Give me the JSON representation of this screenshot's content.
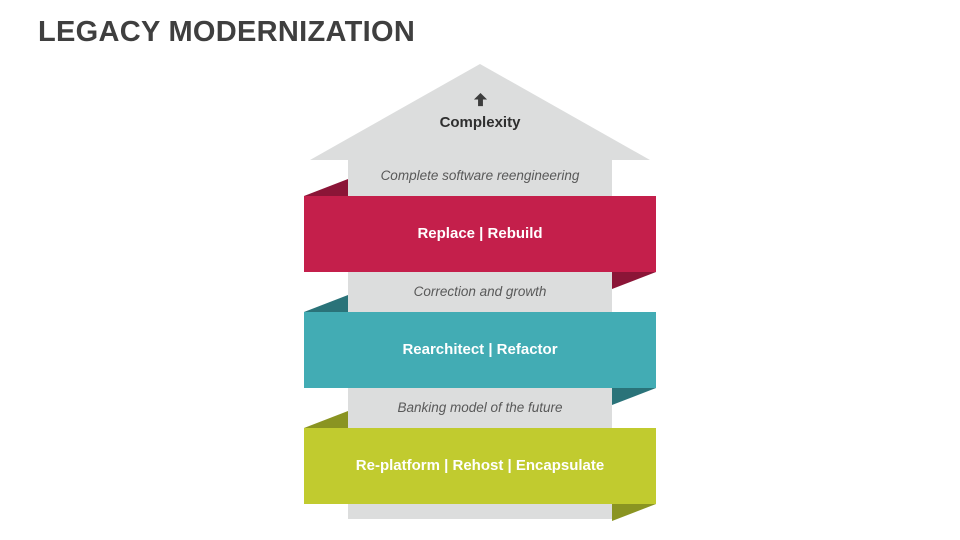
{
  "slide": {
    "title": "LEGACY MODERNIZATION",
    "arrow_label": "Complexity",
    "colors": {
      "arrow_gray": "#dcdddd",
      "icon_dark": "#3d3d3d",
      "title_text": "#3f3f3f",
      "caption_text": "#595959"
    },
    "levels": [
      {
        "caption": "Complete software reengineering",
        "band_label": "Replace | Rebuild",
        "band_color": "#c41f4b",
        "fold_color": "#8b1537"
      },
      {
        "caption": "Correction and growth",
        "band_label": "Rearchitect | Refactor",
        "band_color": "#42acb4",
        "fold_color": "#2a7379"
      },
      {
        "caption": "Banking model of the future",
        "band_label": "Re-platform | Rehost | Encapsulate",
        "band_color": "#c1cb2f",
        "fold_color": "#8a9422"
      }
    ]
  }
}
